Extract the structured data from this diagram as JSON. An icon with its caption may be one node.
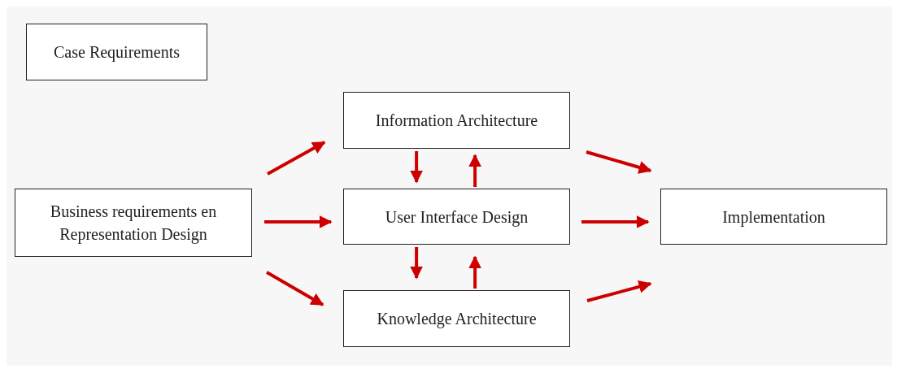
{
  "diagram": {
    "nodes": [
      {
        "text": [
          "Case Requirements"
        ]
      },
      {
        "text": [
          "Business requirements en Representation Design"
        ]
      },
      {
        "text": [
          "Information Architecture"
        ]
      },
      {
        "text": [
          "User Interface Design"
        ]
      },
      {
        "text": [
          "Knowledge Architecture"
        ]
      },
      {
        "text": [
          "Implementation"
        ]
      }
    ],
    "edges": [
      {
        "from": 1,
        "to": 2,
        "arrow": "to"
      },
      {
        "from": 1,
        "to": 3,
        "arrow": "to"
      },
      {
        "from": 1,
        "to": 4,
        "arrow": "to"
      },
      {
        "from": 2,
        "to": 3,
        "arrow": "to"
      },
      {
        "from": 3,
        "to": 2,
        "arrow": "to"
      },
      {
        "from": 3,
        "to": 4,
        "arrow": "to"
      },
      {
        "from": 4,
        "to": 3,
        "arrow": "to"
      },
      {
        "from": 2,
        "to": 5,
        "arrow": "to"
      },
      {
        "from": 3,
        "to": 5,
        "arrow": "to"
      },
      {
        "from": 4,
        "to": 5,
        "arrow": "to"
      }
    ]
  }
}
